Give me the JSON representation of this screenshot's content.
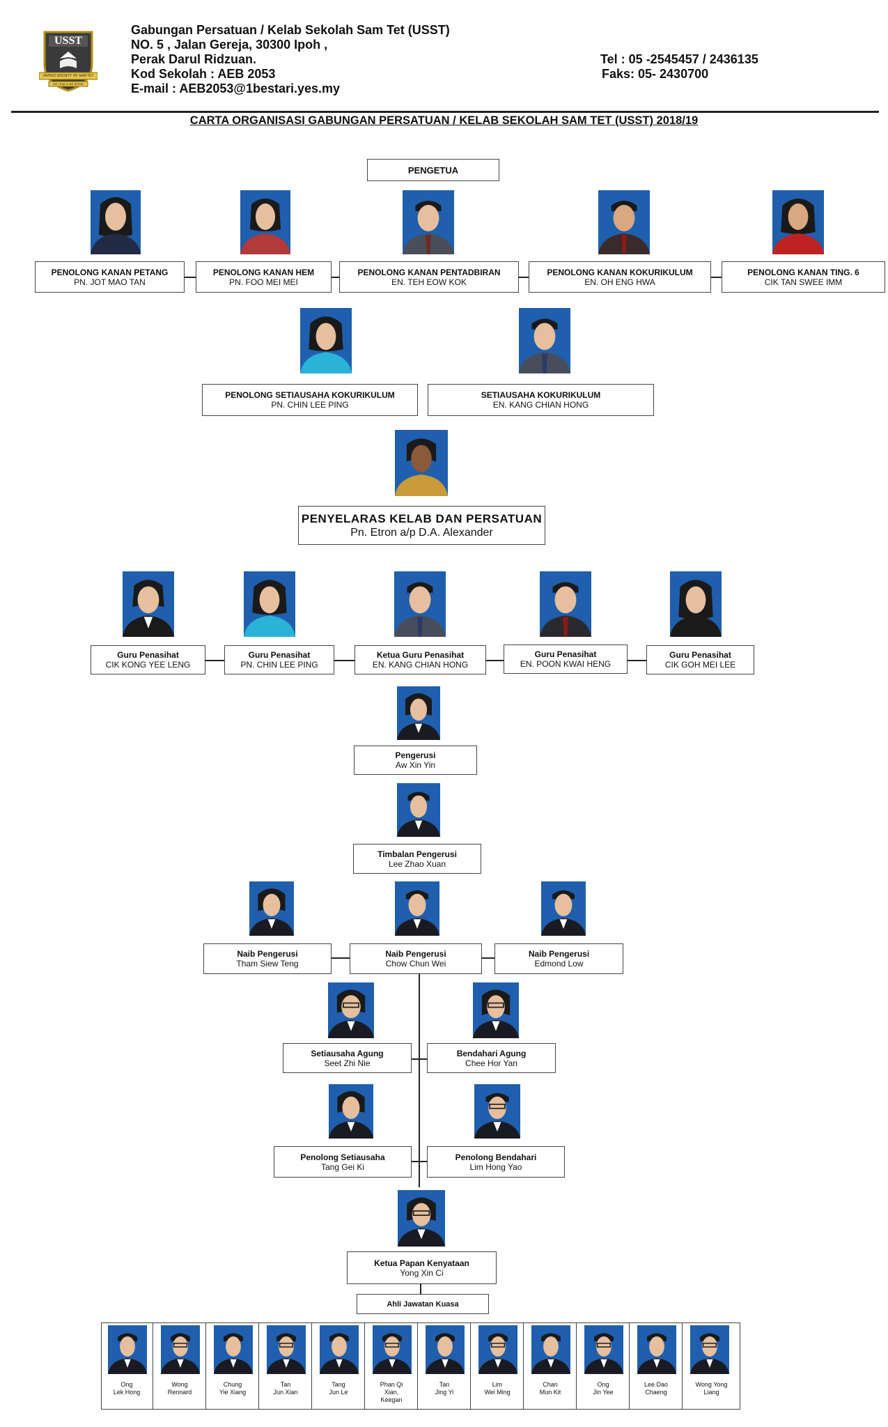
{
  "header": {
    "logo_text": "USST",
    "logo_banner": "UNITED SOCIETY OF SAM TET",
    "logo_motto": "WE LEAD & WE SERVE",
    "line1": "Gabungan Persatuan / Kelab Sekolah Sam Tet (USST)",
    "line2": "NO.  5 , Jalan Gereja, 30300 Ipoh ,",
    "line3": "Perak Darul Ridzuan.",
    "line4": "Kod Sekolah : AEB 2053",
    "line5": "E-mail : AEB2053@1bestari.yes.my",
    "tel": "Tel : 05 -2545457 / 2436135",
    "fax": "Faks:  05- 2430700"
  },
  "title": "CARTA ORGANISASI  GABUNGAN PERSATUAN / KELAB SEKOLAH SAM TET (USST) 2018/19",
  "principal": {
    "role": "PENGETUA"
  },
  "admins": [
    {
      "role": "PENOLONG KANAN PETANG",
      "name": "PN. JOT MAO TAN"
    },
    {
      "role": "PENOLONG KANAN HEM",
      "name": "PN. FOO MEI MEI"
    },
    {
      "role": "PENOLONG KANAN PENTADBIRAN",
      "name": "EN. TEH EOW KOK"
    },
    {
      "role": "PENOLONG KANAN KOKURIKULUM",
      "name": "EN. OH ENG HWA"
    },
    {
      "role": "PENOLONG KANAN  TING. 6",
      "name": "CIK TAN SWEE IMM"
    }
  ],
  "secretaries": [
    {
      "role": "PENOLONG SETIAUSAHA KOKURIKULUM",
      "name": "PN. CHIN LEE PING"
    },
    {
      "role": "SETIAUSAHA KOKURIKULUM",
      "name": "EN. KANG CHIAN HONG"
    }
  ],
  "coordinator": {
    "role": "PENYELARAS KELAB DAN PERSATUAN",
    "name": "Pn. Etron a/p D.A. Alexander"
  },
  "advisors": [
    {
      "role": "Guru Penasihat",
      "name": "CIK KONG YEE LENG"
    },
    {
      "role": "Guru Penasihat",
      "name": "PN. CHIN LEE PING"
    },
    {
      "role": "Ketua Guru Penasihat",
      "name": "EN. KANG CHIAN HONG"
    },
    {
      "role": "Guru Penasihat",
      "name": "EN. POON KWAI HENG"
    },
    {
      "role": "Guru Penasihat",
      "name": "CIK GOH MEI LEE"
    }
  ],
  "chairman": {
    "role": "Pengerusi",
    "name": "Aw Xin Yin"
  },
  "deputy": {
    "role": "Timbalan Pengerusi",
    "name": "Lee Zhao Xuan"
  },
  "vice": [
    {
      "role": "Naib Pengerusi",
      "name": "Tham Siew Teng"
    },
    {
      "role": "Naib Pengerusi",
      "name": "Chow Chun Wei"
    },
    {
      "role": "Naib Pengerusi",
      "name": "Edmond Low"
    }
  ],
  "secgen": {
    "role": "Setiausaha Agung",
    "name": "Seet Zhi Nie"
  },
  "treasurer": {
    "role": "Bendahari Agung",
    "name": "Chee Hor Yan"
  },
  "asst_sec": {
    "role": "Penolong Setiausaha",
    "name": "Tang Gei Ki"
  },
  "asst_treas": {
    "role": "Penolong Bendahari",
    "name": "Lim Hong Yao"
  },
  "board": {
    "role": "Ketua Papan Kenyataan",
    "name": "Yong Xin Ci"
  },
  "committee": {
    "label": "Ahli Jawatan Kuasa"
  },
  "members": [
    {
      "l1": "Ong",
      "l2": "Lek Hong",
      "l3": ""
    },
    {
      "l1": "Wong",
      "l2": "Rennard",
      "l3": ""
    },
    {
      "l1": "Chung",
      "l2": "Yie Xiang",
      "l3": ""
    },
    {
      "l1": "Tan",
      "l2": "Jun Xian",
      "l3": ""
    },
    {
      "l1": "Tang",
      "l2": "Jun Le",
      "l3": ""
    },
    {
      "l1": "Phan Qi",
      "l2": "Xian,",
      "l3": "Keegan"
    },
    {
      "l1": "Tan",
      "l2": "Jing Yi",
      "l3": ""
    },
    {
      "l1": "Lim",
      "l2": "Wei Ming",
      "l3": ""
    },
    {
      "l1": "Chan",
      "l2": "Mun Kit",
      "l3": ""
    },
    {
      "l1": "Ong",
      "l2": "Jin Yee",
      "l3": ""
    },
    {
      "l1": "Lee Dao",
      "l2": "Chaeng",
      "l3": ""
    },
    {
      "l1": "Wong Yong",
      "l2": "Liang",
      "l3": ""
    }
  ],
  "colors": {
    "photo_bg": "#1f5fae",
    "border": "#444444",
    "line": "#222222"
  }
}
